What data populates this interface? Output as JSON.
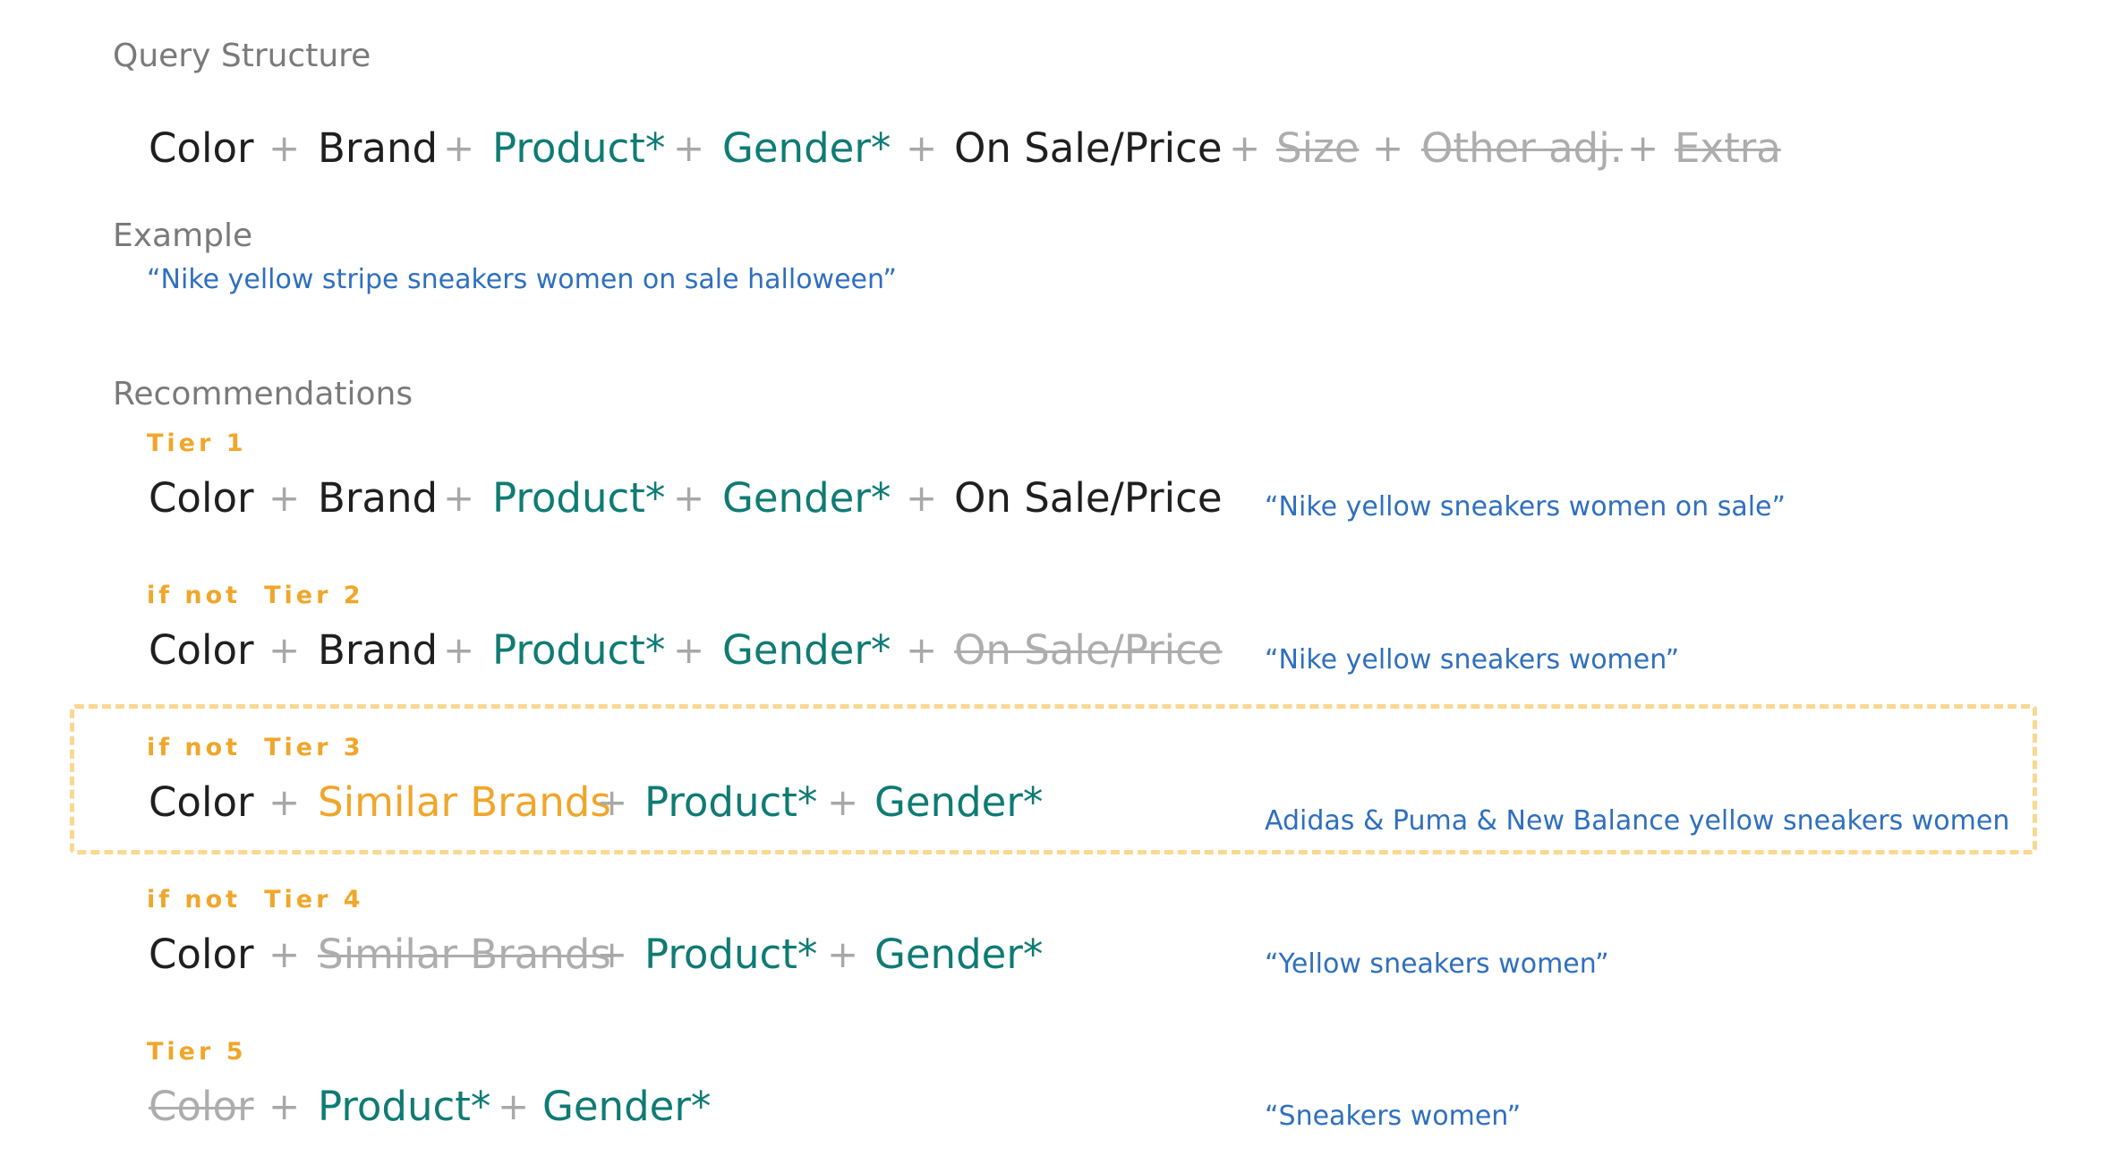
{
  "headings": {
    "query_structure": "Query Structure",
    "example": "Example",
    "recommendations": "Recommendations"
  },
  "query_structure": {
    "terms": [
      {
        "text": "Color",
        "style": "black"
      },
      {
        "text": "Brand",
        "style": "black"
      },
      {
        "text": "Product*",
        "style": "teal"
      },
      {
        "text": "Gender*",
        "style": "teal"
      },
      {
        "text": "On Sale/Price",
        "style": "black"
      },
      {
        "text": "Size",
        "style": "struck"
      },
      {
        "text": "Other adj.",
        "style": "struck"
      },
      {
        "text": "Extra",
        "style": "struck"
      }
    ],
    "operator": "+"
  },
  "example_query": "“Nike yellow stripe sneakers women on sale halloween”",
  "tiers": [
    {
      "prefix": "",
      "label": "Tier 1",
      "terms": [
        {
          "text": "Color",
          "style": "black"
        },
        {
          "text": "Brand",
          "style": "black"
        },
        {
          "text": "Product*",
          "style": "teal"
        },
        {
          "text": "Gender*",
          "style": "teal"
        },
        {
          "text": "On Sale/Price",
          "style": "black"
        }
      ],
      "result": "“Nike yellow sneakers women on sale”"
    },
    {
      "prefix": "if not",
      "label": "Tier 2",
      "terms": [
        {
          "text": "Color",
          "style": "black"
        },
        {
          "text": "Brand",
          "style": "black"
        },
        {
          "text": "Product*",
          "style": "teal"
        },
        {
          "text": "Gender*",
          "style": "teal"
        },
        {
          "text": "On Sale/Price",
          "style": "struck"
        }
      ],
      "result": "“Nike yellow sneakers women”"
    },
    {
      "prefix": "if not",
      "label": "Tier 3",
      "terms": [
        {
          "text": "Color",
          "style": "black"
        },
        {
          "text": "Similar Brands",
          "style": "orange"
        },
        {
          "text": "Product*",
          "style": "teal"
        },
        {
          "text": "Gender*",
          "style": "teal"
        }
      ],
      "result": "Adidas & Puma & New Balance yellow sneakers women",
      "highlighted": true
    },
    {
      "prefix": "if not",
      "label": "Tier 4",
      "terms": [
        {
          "text": "Color",
          "style": "black"
        },
        {
          "text": "Similar Brands",
          "style": "struck"
        },
        {
          "text": "Product*",
          "style": "teal"
        },
        {
          "text": "Gender*",
          "style": "teal"
        }
      ],
      "result": "“Yellow sneakers women”"
    },
    {
      "prefix": "",
      "label": "Tier 5",
      "terms": [
        {
          "text": "Color",
          "style": "struck"
        },
        {
          "text": "Product*",
          "style": "teal"
        },
        {
          "text": "Gender*",
          "style": "teal"
        }
      ],
      "result": "“Sneakers women”"
    }
  ],
  "colors": {
    "black": "#1f1f1f",
    "teal": "#0f7b74",
    "orange": "#f0a62a",
    "struck": "#adadad",
    "operator": "#a8a8a8",
    "link_blue": "#2f6fbf",
    "highlight_border": "#f9d891"
  }
}
